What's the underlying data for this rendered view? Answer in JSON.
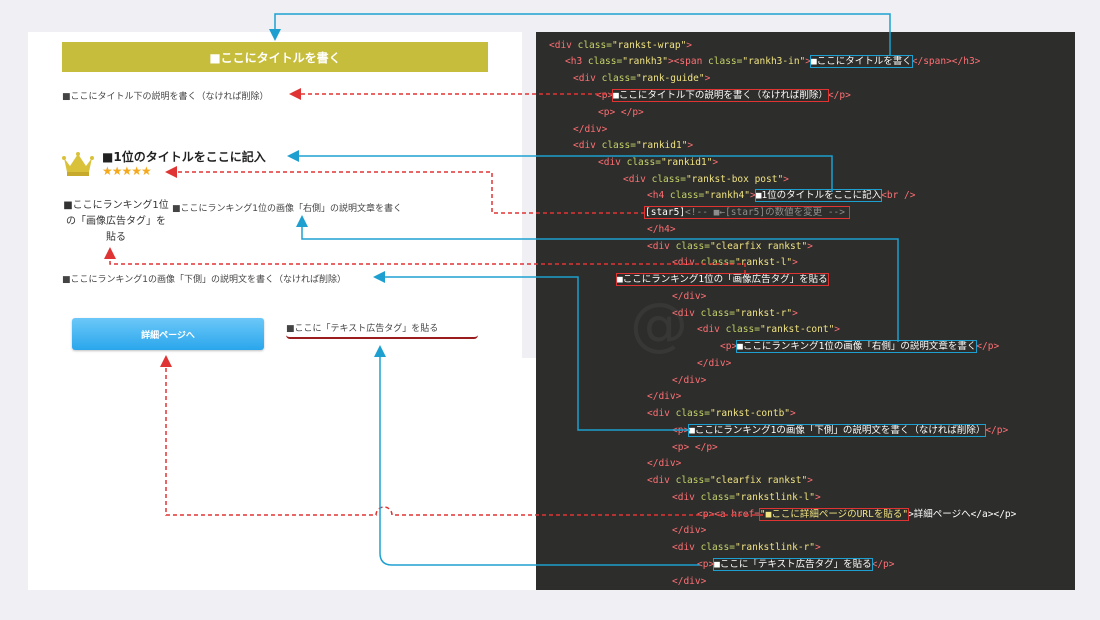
{
  "preview": {
    "title": "■ここにタイトルを書く",
    "guide": "■ここにタイトル下の説明を書く（なければ削除）",
    "rank1_title": "■1位のタイトルをここに記入",
    "stars": "★★★★★",
    "ad_tag": "■ここにランキング1位の「画像広告タグ」を貼る",
    "right_desc": "■ここにランキング1位の画像「右側」の説明文章を書く",
    "bottom_desc": "■ここにランキング1の画像「下側」の説明文を書く（なければ削除）",
    "detail_button": "詳細ページへ",
    "text_ad": "■ここに「テキスト広告タグ」を貼る"
  },
  "code": {
    "l1_open": "<div ",
    "l1_attr": "class=",
    "l1_val": "\"rankst-wrap\"",
    "l1_close": ">",
    "l2_a": "<h3 ",
    "l2_b": "class=",
    "l2_c": "\"rankh3\"",
    "l2_d": "><span ",
    "l2_e": "class=",
    "l2_f": "\"rankh3-in\"",
    "l2_g": ">",
    "l2_text": "■ここにタイトルを書く",
    "l2_end": "</span></h3>",
    "l3_a": "<div ",
    "l3_b": "class=",
    "l3_c": "\"rank-guide\"",
    "l3_d": ">",
    "l4_text": "■ここにタイトル下の説明を書く（なければ削除）",
    "l4_end": "</p>",
    "l5": "<p> </p>",
    "l6": "</div>",
    "l7_a": "<div ",
    "l7_b": "class=",
    "l7_c": "\"rankid1\"",
    "l7_d": ">",
    "l8_a": "<div ",
    "l8_b": "class=",
    "l8_c": "\"rankid1\"",
    "l8_d": ">",
    "l9_a": "<div ",
    "l9_b": "class=",
    "l9_c": "\"rankst-box post\"",
    "l9_d": ">",
    "l10_a": "<h4 ",
    "l10_b": "class=",
    "l10_c": "\"rankh4\"",
    "l10_d": ">",
    "l10_text": "■1位のタイトルをここに記入",
    "l10_end": "<br />",
    "l11_text": "[star5]",
    "l11_cmt": "<!-- ■←[star5]の数値を変更 -->",
    "l12": "</h4>",
    "l13_a": "<div ",
    "l13_b": "class=",
    "l13_c": "\"clearfix rankst\"",
    "l13_d": ">",
    "l14_a": "<div ",
    "l14_b": "class=",
    "l14_c": "\"rankst-l\"",
    "l14_d": ">",
    "l15_text": "■ここにランキング1位の「画像広告タグ」を貼る",
    "l16": "</div>",
    "l17_a": "<div ",
    "l17_b": "class=",
    "l17_c": "\"rankst-r\"",
    "l17_d": ">",
    "l18_a": "<div ",
    "l18_b": "class=",
    "l18_c": "\"rankst-cont\"",
    "l18_d": ">",
    "l19_a": "<p>",
    "l19_text": "■ここにランキング1位の画像「右側」の説明文章を書く",
    "l19_end": "</p>",
    "l20": "</div>",
    "l21": "</div>",
    "l22": "</div>",
    "l23_a": "<div ",
    "l23_b": "class=",
    "l23_c": "\"rankst-contb\"",
    "l23_d": ">",
    "l24_a": "<p>",
    "l24_text": "■ここにランキング1の画像「下側」の説明文を書く（なければ削除）",
    "l24_end": "</p>",
    "l25": "<p> </p>",
    "l26": "</div>",
    "l27_a": "<div ",
    "l27_b": "class=",
    "l27_c": "\"clearfix rankst\"",
    "l27_d": ">",
    "l28_a": "<div ",
    "l28_b": "class=",
    "l28_c": "\"rankstlink-l\"",
    "l28_d": ">",
    "l29_a": "<p><a href=",
    "l29_text": "\"■ここに詳細ページのURLを貼る\"",
    "l29_end": ">詳細ページへ</a></p>",
    "l30": "</div>",
    "l31_a": "<div ",
    "l31_b": "class=",
    "l31_c": "\"rankstlink-r\"",
    "l31_d": ">",
    "l32_a": "<p>",
    "l32_text": "■ここに「テキスト広告タグ」を貼る",
    "l32_end": "</p>",
    "l33": "</div>"
  },
  "colors": {
    "title_bar": "#c7bd3c",
    "code_bg": "#2d2d2b",
    "blue_connector": "#1da0d0",
    "red_connector": "#e03434",
    "button_blue": "#2aa6ec",
    "star": "#f4a91f"
  }
}
